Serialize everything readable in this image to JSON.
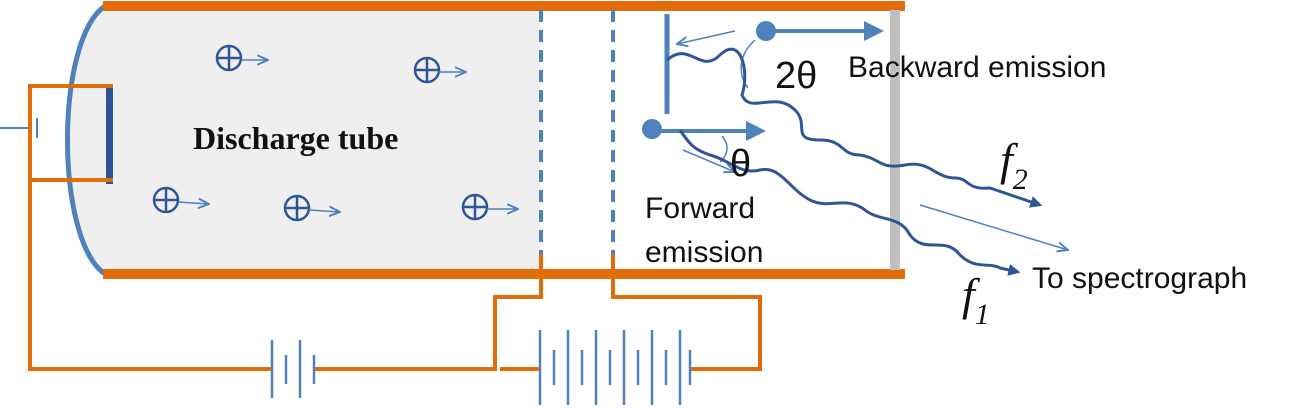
{
  "labels": {
    "discharge_tube": "Discharge tube",
    "backward_emission": "Backward emission",
    "forward_emission_line1": "Forward",
    "forward_emission_line2": "emission",
    "to_spectrograph": "To spectrograph",
    "angle_2theta": "2θ",
    "angle_theta": "θ",
    "freq2_base": "f",
    "freq2_sub": "2",
    "freq1_base": "f",
    "freq1_sub": "1"
  },
  "colors": {
    "wire": "#E36C0A",
    "blue": "#4F81BD",
    "dark_blue": "#2F5597",
    "tube_fill": "#EFEFEF",
    "screen": "#BFBFBF"
  }
}
